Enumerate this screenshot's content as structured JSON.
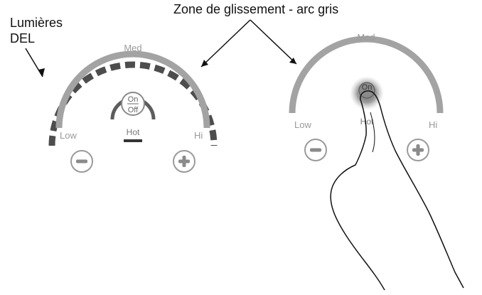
{
  "callouts": {
    "led_lights": [
      "Lumières",
      "DEL"
    ],
    "slide_zone": "Zone de glissement - arc gris"
  },
  "dial_left": {
    "low": "Low",
    "med": "Med",
    "hi": "Hi",
    "hot": "Hot",
    "on": "On",
    "off": "Off",
    "minus": "minus-icon",
    "plus": "plus-icon"
  },
  "dial_right": {
    "low": "Low",
    "med": "Med",
    "hi": "Hi",
    "hot": "Hot",
    "on": "On",
    "minus": "minus-icon",
    "plus": "plus-icon"
  },
  "colors": {
    "arc_gray": "#a3a3a3",
    "led_dark": "#4d4d4d",
    "text": "#111111"
  }
}
